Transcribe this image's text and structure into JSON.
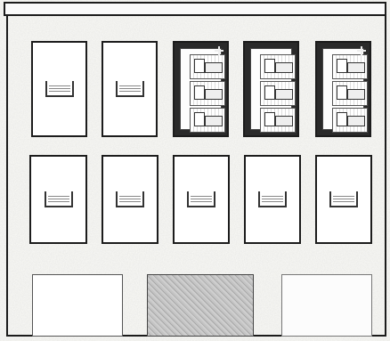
{
  "page": {
    "background": "#fbfbf8",
    "frame_color": "#1c1c1c"
  },
  "top_row": {
    "cards": [
      {
        "kind": "stamp"
      },
      {
        "kind": "stamp"
      },
      {
        "kind": "figures"
      },
      {
        "kind": "figures"
      },
      {
        "kind": "figures"
      }
    ]
  },
  "middle_row": {
    "cards": [
      {
        "kind": "stamp"
      },
      {
        "kind": "stamp"
      },
      {
        "kind": "stamp"
      },
      {
        "kind": "stamp"
      },
      {
        "kind": "stamp"
      }
    ]
  },
  "bottom_row": {
    "boxes": [
      {
        "kind": "blank"
      },
      {
        "kind": "shaded"
      },
      {
        "kind": "blank"
      }
    ]
  }
}
